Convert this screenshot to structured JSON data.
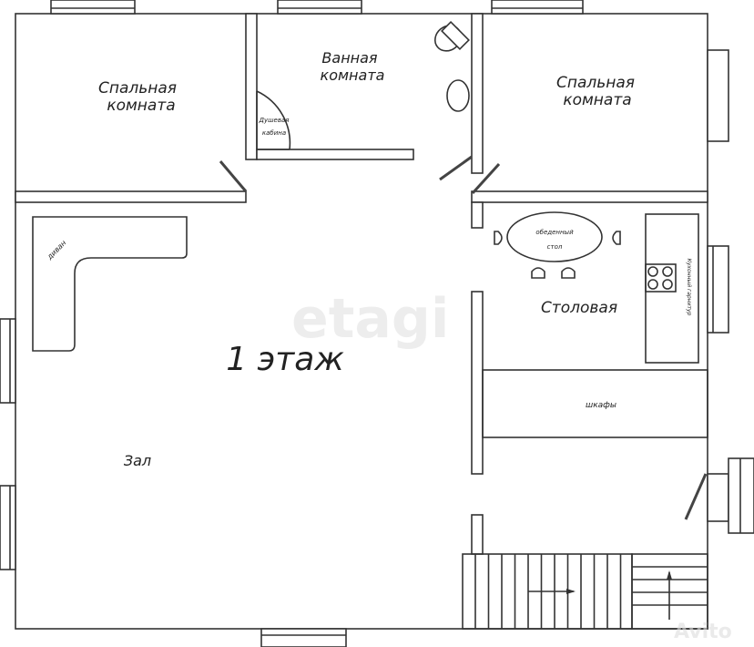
{
  "title": "1 этаж",
  "rooms": {
    "bedroom_left": [
      "Спальная",
      "комната"
    ],
    "bathroom": [
      "Ванная",
      "комната"
    ],
    "bedroom_right": [
      "Спальная",
      "комната"
    ],
    "dining": "Столовая",
    "hall": "Зал"
  },
  "furniture": {
    "shower": [
      "Душевая",
      "кабина"
    ],
    "dining_table": [
      "обеденный",
      "стол"
    ],
    "sofa": "диван",
    "kitchen_set": "Кухонный гарнитур",
    "wardrobes": "шкафы"
  },
  "watermarks": {
    "center": "etagi",
    "corner": "Avito"
  }
}
